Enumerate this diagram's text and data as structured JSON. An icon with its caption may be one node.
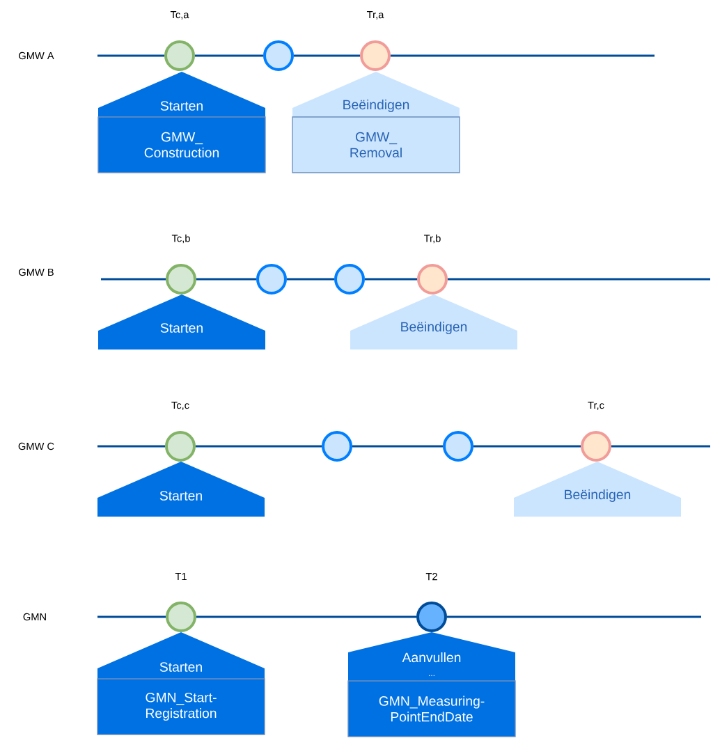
{
  "diagram": {
    "nodes": [
      {
        "text": [],
        "shape": "circle",
        "beside": [
          "Tc,a"
        ]
      },
      {
        "text": [],
        "shape": "circle"
      },
      {
        "text": [],
        "shape": "circle",
        "beside": [
          "Tr,a"
        ]
      },
      {
        "text": [
          "Starten"
        ]
      },
      {
        "text": [
          "GMW_ Construction"
        ]
      },
      {
        "text": [
          "Beëindigen"
        ]
      },
      {
        "text": [
          "GMW_ Removal"
        ]
      },
      {
        "text": [],
        "shape": "circle",
        "beside": [
          "Tc,b"
        ]
      },
      {
        "text": [],
        "shape": "circle"
      },
      {
        "text": [],
        "shape": "circle"
      },
      {
        "text": [],
        "shape": "circle",
        "beside": [
          "Tr,b"
        ]
      },
      {
        "text": [
          "Starten"
        ]
      },
      {
        "text": [
          "Beëindigen"
        ]
      },
      {
        "text": [],
        "shape": "circle",
        "beside": [
          "Tc,c"
        ]
      },
      {
        "text": [],
        "shape": "circle"
      },
      {
        "text": [],
        "shape": "circle"
      },
      {
        "text": [],
        "shape": "circle",
        "beside": [
          "Tr,c"
        ]
      },
      {
        "text": [
          "Starten"
        ]
      },
      {
        "text": [
          "Beëindigen"
        ]
      },
      {
        "text": [],
        "shape": "circle",
        "beside": [
          "T1"
        ]
      },
      {
        "text": [],
        "shape": "circle",
        "beside": [
          "T2"
        ]
      },
      {
        "text": [
          "Starten"
        ]
      },
      {
        "text": [
          "GMN_Start-Registration"
        ]
      },
      {
        "text": [
          "Aanvullen",
          "..."
        ]
      },
      {
        "text": [
          "GMN_Measuring-PointEndDate"
        ]
      }
    ],
    "edges": [
      {
        "from": null,
        "to": 0,
        "arrow": "none"
      },
      {
        "from": 0,
        "to": 1,
        "arrow": "none"
      },
      {
        "from": 1,
        "to": 2,
        "arrow": "none"
      },
      {
        "from": 2,
        "to": null,
        "arrow": "none"
      },
      {
        "from": null,
        "to": 7,
        "arrow": "none"
      },
      {
        "from": 7,
        "to": 8,
        "arrow": "none"
      },
      {
        "from": 8,
        "to": 9,
        "arrow": "none"
      },
      {
        "from": 9,
        "to": 10,
        "arrow": "none"
      },
      {
        "from": 10,
        "to": null,
        "arrow": "none"
      },
      {
        "from": null,
        "to": 13,
        "arrow": "none"
      },
      {
        "from": 13,
        "to": 14,
        "arrow": "none"
      },
      {
        "from": 14,
        "to": 15,
        "arrow": "none"
      },
      {
        "from": 15,
        "to": 16,
        "arrow": "none"
      },
      {
        "from": 16,
        "to": null,
        "arrow": "none"
      },
      {
        "from": null,
        "to": 19,
        "arrow": "none"
      },
      {
        "from": 19,
        "to": 20,
        "arrow": "none"
      },
      {
        "from": 20,
        "to": null,
        "arrow": "none"
      }
    ],
    "labels": [
      "GMW A",
      "GMW B",
      "GMW C",
      "GMN"
    ]
  }
}
